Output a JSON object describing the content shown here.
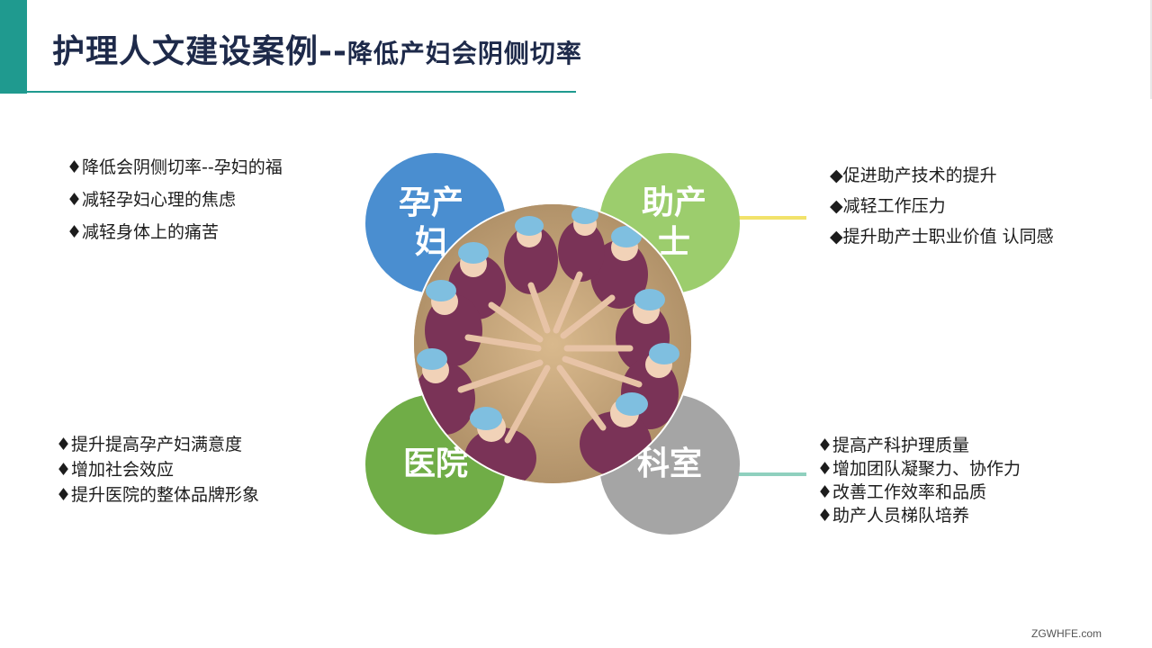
{
  "title": {
    "main": "护理人文建设案例--",
    "sub": "降低产妇会阴侧切率"
  },
  "circles": {
    "top_left": "孕产妇",
    "top_right": "助产士",
    "bottom_left": "医院",
    "bottom_right": "科室"
  },
  "lists": {
    "top_left": [
      "♦降低会阴侧切率--孕妇的福",
      "♦减轻孕妇心理的焦虑",
      "♦减轻身体上的痛苦"
    ],
    "top_right": [
      "◆促进助产技术的提升",
      "◆减轻工作压力",
      "◆提升助产士职业价值 认同感"
    ],
    "bottom_left": [
      "♦提升提高孕产妇满意度",
      "♦增加社会效应",
      "♦提升医院的整体品牌形象"
    ],
    "bottom_right": [
      "♦提高产科护理质量",
      "♦增加团队凝聚力、协作力",
      "♦改善工作效率和品质",
      "♦助产人员梯队培养"
    ]
  },
  "watermark": "ZGWHFE.com",
  "colors": {
    "accent": "#1f9a8f",
    "title": "#1e2a4a",
    "circle_top_left": "#4a8ed0",
    "circle_top_right": "#9ccd6d",
    "circle_bottom_left": "#70ad47",
    "circle_bottom_right": "#a5a5a5"
  }
}
